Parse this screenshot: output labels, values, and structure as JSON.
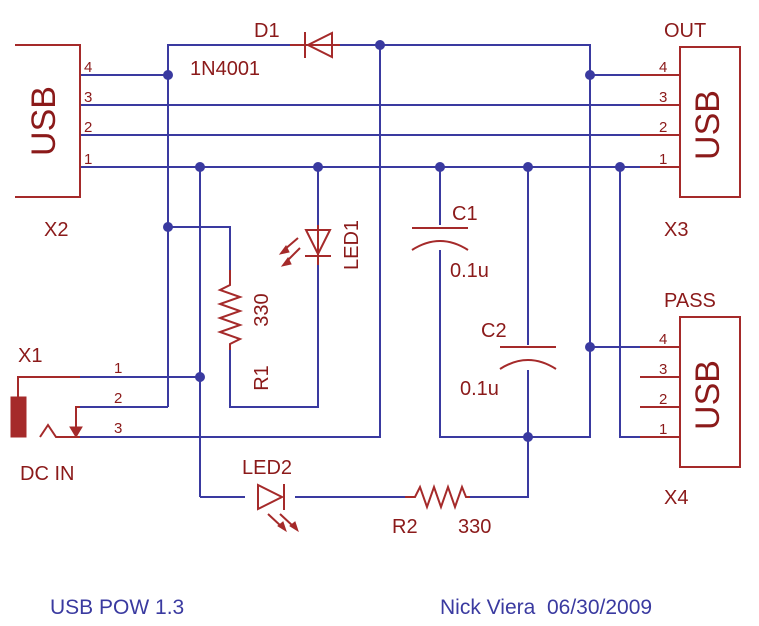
{
  "title": "USB POW 1.3",
  "author_date": "Nick Viera  06/30/2009",
  "colors": {
    "wire": "#3a3aa0",
    "part": "#a52a2a",
    "text_part": "#8b1a1a",
    "text_footer": "#3a3aa0"
  },
  "connectors": {
    "x2": {
      "name": "X2",
      "body": "USB",
      "pins": [
        "4",
        "3",
        "2",
        "1"
      ]
    },
    "x3": {
      "name": "X3",
      "title": "OUT",
      "body": "USB",
      "pins": [
        "4",
        "3",
        "2",
        "1"
      ]
    },
    "x4": {
      "name": "X4",
      "title": "PASS",
      "body": "USB",
      "pins": [
        "4",
        "3",
        "2",
        "1"
      ]
    },
    "x1": {
      "name": "X1",
      "caption": "DC IN",
      "pins": [
        "1",
        "2",
        "3"
      ]
    }
  },
  "components": {
    "d1": {
      "ref": "D1",
      "value": "1N4001"
    },
    "c1": {
      "ref": "C1",
      "value": "0.1u"
    },
    "c2": {
      "ref": "C2",
      "value": "0.1u"
    },
    "led1": {
      "ref": "LED1"
    },
    "led2": {
      "ref": "LED2"
    },
    "r1": {
      "ref": "R1",
      "value": "330"
    },
    "r2": {
      "ref": "R2",
      "value": "330"
    }
  }
}
